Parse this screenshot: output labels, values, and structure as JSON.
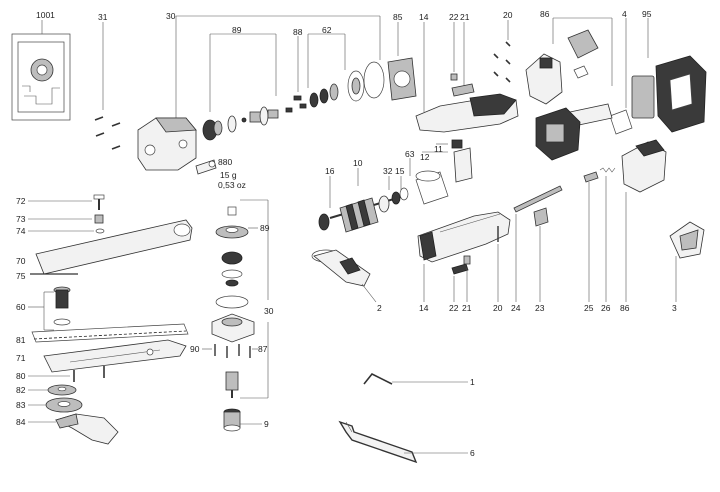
{
  "labels": {
    "l1001": "1001",
    "l31": "31",
    "l30a": "30",
    "l89a": "89",
    "l88": "88",
    "l62": "62",
    "l85": "85",
    "l14a": "14",
    "l22a": "22",
    "l21a": "21",
    "l20a": "20",
    "l86a": "86",
    "l4": "4",
    "l95": "95",
    "l880": "880",
    "lwt1": "15 g",
    "lwt2": "0,53 oz",
    "l16": "16",
    "l10": "10",
    "l32": "32",
    "l15": "15",
    "l63": "63",
    "l12": "12",
    "l11": "11",
    "l72": "72",
    "l73": "73",
    "l74": "74",
    "l70": "70",
    "l75": "75",
    "l60": "60",
    "l81": "81",
    "l71": "71",
    "l80": "80",
    "l82": "82",
    "l83": "83",
    "l84": "84",
    "l89b": "89",
    "l30b": "30",
    "l90": "90",
    "l87": "87",
    "l9": "9",
    "l2": "2",
    "l14b": "14",
    "l22b": "22",
    "l21b": "21",
    "l20b": "20",
    "l24": "24",
    "l23": "23",
    "l25": "25",
    "l26": "26",
    "l86b": "86",
    "l3": "3",
    "l1": "1",
    "l6": "6"
  }
}
